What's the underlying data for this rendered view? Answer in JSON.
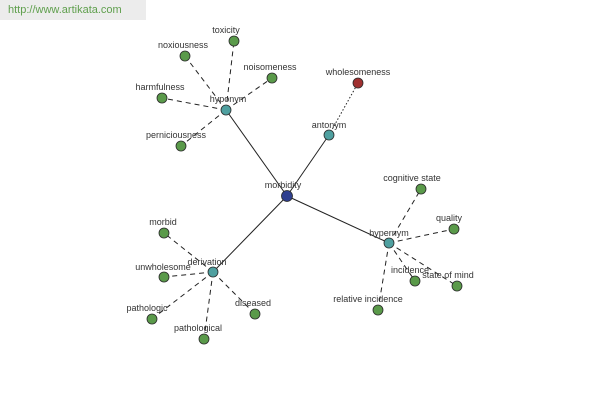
{
  "site": {
    "url_text": "http://www.artikata.com"
  },
  "colors": {
    "center": "#2f3f8f",
    "relation": "#4fa0a0",
    "leaf": "#5a9a4a",
    "antonym_leaf": "#a03030"
  },
  "graph": {
    "center": {
      "id": "morbidity",
      "label": "morbidity",
      "kind": "center"
    },
    "relations": [
      {
        "id": "hyponym",
        "label": "hyponym",
        "kind": "relation"
      },
      {
        "id": "antonym",
        "label": "antonym",
        "kind": "relation"
      },
      {
        "id": "hypernym",
        "label": "hypernym",
        "kind": "relation"
      },
      {
        "id": "derivation",
        "label": "derivation",
        "kind": "relation"
      }
    ],
    "leaves": [
      {
        "id": "toxicity",
        "label": "toxicity",
        "parent": "hyponym",
        "kind": "leaf"
      },
      {
        "id": "noxiousness",
        "label": "noxiousness",
        "parent": "hyponym",
        "kind": "leaf"
      },
      {
        "id": "noisomeness",
        "label": "noisomeness",
        "parent": "hyponym",
        "kind": "leaf"
      },
      {
        "id": "harmfulness",
        "label": "harmfulness",
        "parent": "hyponym",
        "kind": "leaf"
      },
      {
        "id": "perniciousness",
        "label": "perniciousness",
        "parent": "hyponym",
        "kind": "leaf"
      },
      {
        "id": "wholesomeness",
        "label": "wholesomeness",
        "parent": "antonym",
        "kind": "antonym_leaf"
      },
      {
        "id": "cognitive-state",
        "label": "cognitive state",
        "parent": "hypernym",
        "kind": "leaf"
      },
      {
        "id": "quality",
        "label": "quality",
        "parent": "hypernym",
        "kind": "leaf"
      },
      {
        "id": "incidence",
        "label": "incidence",
        "parent": "hypernym",
        "kind": "leaf"
      },
      {
        "id": "state-of-mind",
        "label": "state of mind",
        "parent": "hypernym",
        "kind": "leaf"
      },
      {
        "id": "relative-incidence",
        "label": "relative incidence",
        "parent": "hypernym",
        "kind": "leaf"
      },
      {
        "id": "morbid",
        "label": "morbid",
        "parent": "derivation",
        "kind": "leaf"
      },
      {
        "id": "unwholesome",
        "label": "unwholesome",
        "parent": "derivation",
        "kind": "leaf"
      },
      {
        "id": "pathologic",
        "label": "pathologic",
        "parent": "derivation",
        "kind": "leaf"
      },
      {
        "id": "diseased",
        "label": "diseased",
        "parent": "derivation",
        "kind": "leaf"
      },
      {
        "id": "pathological",
        "label": "pathological",
        "parent": "derivation",
        "kind": "leaf"
      }
    ]
  }
}
